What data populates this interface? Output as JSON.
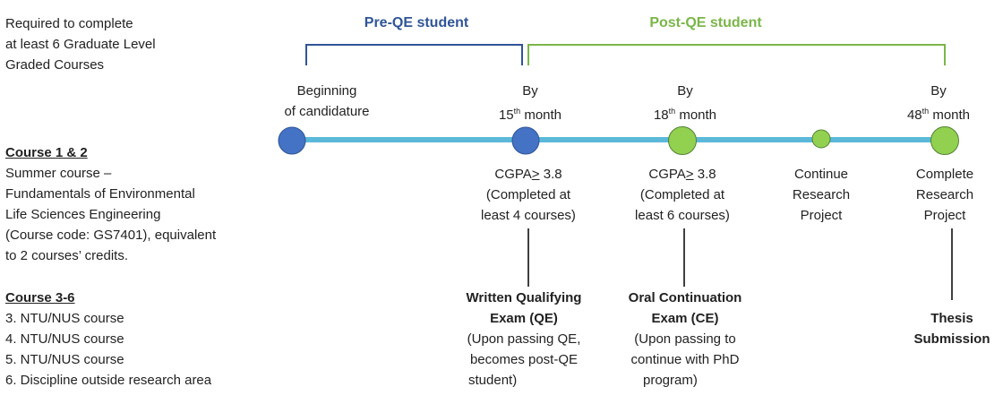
{
  "header_note": [
    "Required to complete",
    "at least 6 Graduate Level",
    "Graded Courses"
  ],
  "phases": {
    "pre": {
      "label": "Pre-QE student",
      "color": "#2F5597"
    },
    "post": {
      "label": "Post-QE student",
      "color": "#7AB648"
    }
  },
  "colors": {
    "timeline": "#5BB8D9",
    "blue_node": "#4472C4",
    "green_node": "#92D050"
  },
  "milestones": [
    {
      "top": [
        "Beginning",
        "of candidature"
      ]
    },
    {
      "top": [
        "By",
        "15",
        "th",
        " month"
      ],
      "below": [
        "CGPA",
        "> 3.8",
        "(Completed at",
        "least 4 courses)"
      ],
      "exam": [
        "Written Qualifying",
        "Exam (QE)"
      ],
      "exam_note": [
        "(Upon passing QE,",
        "becomes post-QE",
        "student)"
      ]
    },
    {
      "top": [
        "By",
        "18",
        "th",
        " month"
      ],
      "below": [
        "CGPA",
        "> 3.8",
        "(Completed at",
        "least 6 courses)"
      ],
      "exam": [
        "Oral Continuation",
        "Exam (CE)"
      ],
      "exam_note": [
        "(Upon passing to",
        "continue with PhD",
        "program)"
      ]
    },
    {
      "below": [
        "Continue",
        "Research",
        "Project"
      ]
    },
    {
      "top": [
        "By",
        "48",
        "th",
        " month"
      ],
      "below": [
        "Complete",
        "Research",
        "Project"
      ],
      "exam": [
        "Thesis",
        "Submission"
      ]
    }
  ],
  "courses_block1": {
    "heading": "Course 1 & 2",
    "lines": [
      "Summer course –",
      "Fundamentals of Environmental",
      "Life Sciences Engineering",
      "(Course code: GS7401), equivalent",
      "to 2 courses’ credits."
    ]
  },
  "courses_block2": {
    "heading": "Course 3-6",
    "lines": [
      "3. NTU/NUS course",
      "4. NTU/NUS course",
      "5. NTU/NUS course",
      "6. Discipline outside research area"
    ]
  }
}
